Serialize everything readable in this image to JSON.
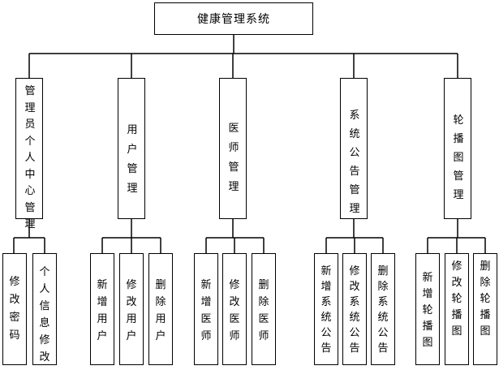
{
  "root": {
    "label": "健康管理系统"
  },
  "modules": [
    {
      "label": "管理员个人中心管理",
      "children": [
        "修改密码",
        "个人信息修改"
      ]
    },
    {
      "label": "用户管理",
      "children": [
        "新增用户",
        "修改用户",
        "删除用户"
      ]
    },
    {
      "label": "医师管理",
      "children": [
        "新增医师",
        "修改医师",
        "删除医师"
      ]
    },
    {
      "label": "系统公告管理",
      "children": [
        "新增系统公告",
        "修改系统公告",
        "删除系统公告"
      ]
    },
    {
      "label": "轮播图管理",
      "children": [
        "新增轮播图",
        "修改轮播图",
        "删除轮播图"
      ]
    }
  ]
}
